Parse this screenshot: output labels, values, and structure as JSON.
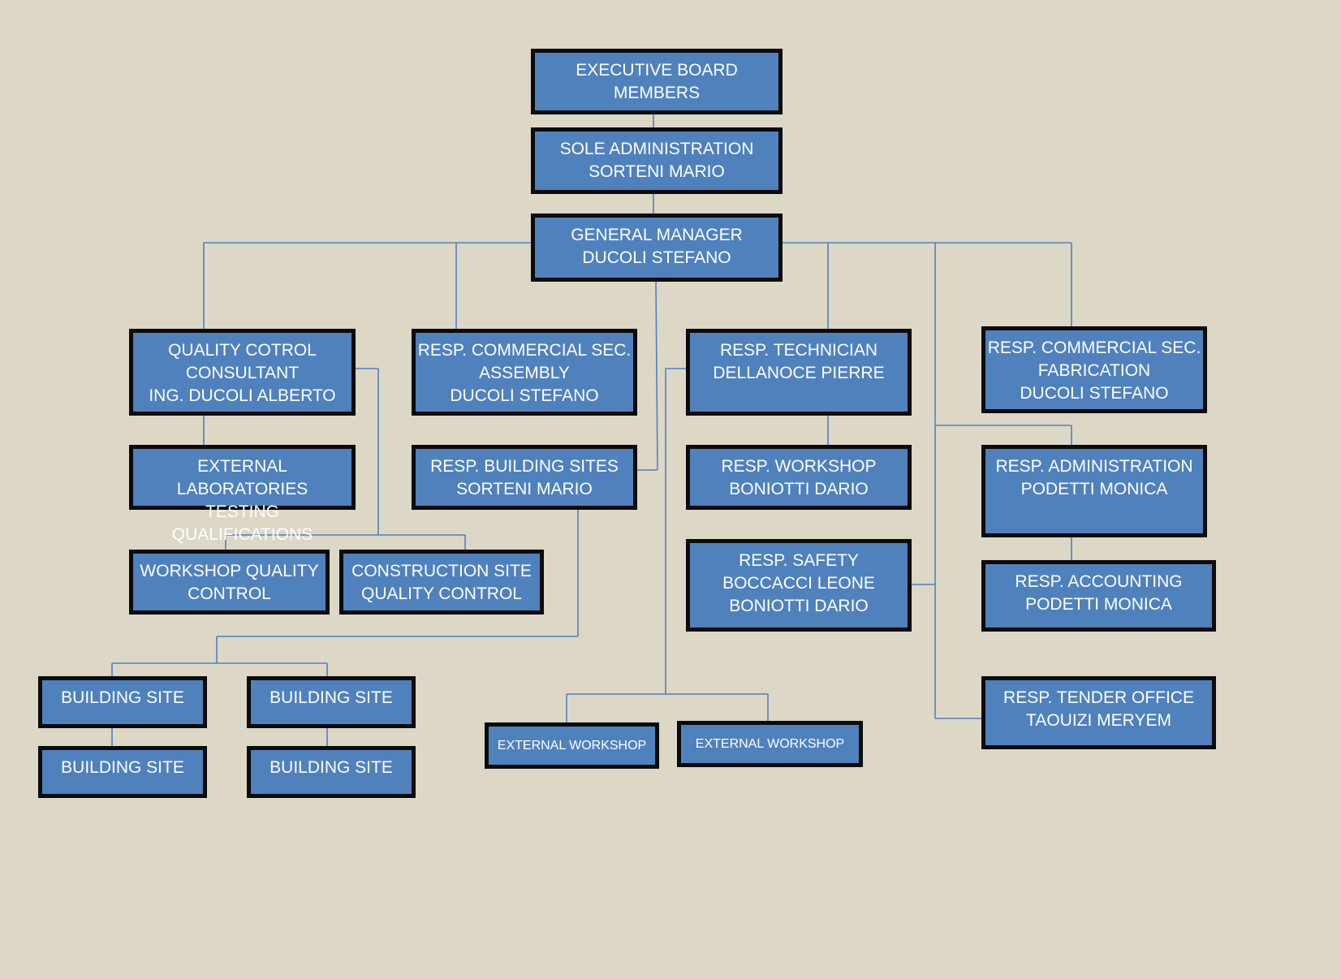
{
  "nodes": {
    "executive_board": "EXECUTIVE BOARD\nMEMBERS",
    "sole_administration": "SOLE ADMINISTRATION\nSORTENI MARIO",
    "general_manager": "GENERAL MANAGER\nDUCOLI STEFANO",
    "quality_control_consultant": "QUALITY COTROL\nCONSULTANT\nING. DUCOLI ALBERTO",
    "commercial_assembly": "RESP. COMMERCIAL SEC.\nASSEMBLY\nDUCOLI STEFANO",
    "technician": "RESP. TECHNICIAN\nDELLANOCE PIERRE",
    "commercial_fabrication": "RESP. COMMERCIAL SEC.\nFABRICATION\nDUCOLI STEFANO",
    "external_laboratories": "EXTERNAL LABORATORIES\nTESTING QUALIFICATIONS",
    "building_sites": "RESP. BUILDING SITES\nSORTENI MARIO",
    "workshop": "RESP. WORKSHOP\nBONIOTTI DARIO",
    "administration": "RESP. ADMINISTRATION\nPODETTI MONICA",
    "workshop_quality": "WORKSHOP QUALITY\nCONTROL",
    "construction_site_quality": "CONSTRUCTION SITE\nQUALITY CONTROL",
    "safety": "RESP. SAFETY\nBOCCACCI LEONE\nBONIOTTI DARIO",
    "accounting": "RESP. ACCOUNTING\nPODETTI MONICA",
    "building_site_1": "BUILDING SITE",
    "building_site_2": "BUILDING SITE",
    "building_site_3": "BUILDING SITE",
    "building_site_4": "BUILDING SITE",
    "external_workshop_1": "EXTERNAL WORKSHOP",
    "external_workshop_2": "EXTERNAL WORKSHOP",
    "tender_office": "RESP. TENDER OFFICE\nTAOUIZI MERYEM"
  },
  "colors": {
    "background": "#ddd7c6",
    "box_fill": "#4f81bd",
    "box_border": "#0b0b0b",
    "connector": "#4f81bd",
    "text": "#ffffff"
  }
}
